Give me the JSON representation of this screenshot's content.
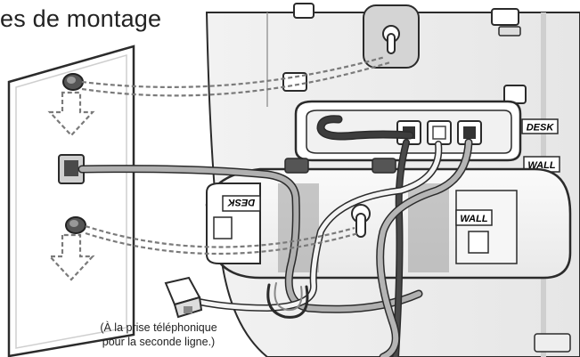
{
  "title": "es de montage",
  "labels": {
    "desk_base": "DESK",
    "wall_base": "WALL",
    "desk_bracket": "DESK",
    "wall_bracket": "WALL"
  },
  "caption": {
    "line1": "(À la prise téléphonique",
    "line2": "pour la seconde ligne.)"
  },
  "colors": {
    "line": "#2b2b2b",
    "panel": "#ffffff",
    "shade": "#d9d9d9",
    "dark_cord": "#3d3d3d",
    "grey_cord": "#a8a8a8",
    "dashed_guide": "#7a7a7a"
  },
  "icons": [
    "keyhole-slot-icon",
    "phone-jack-icon",
    "screw-icon",
    "down-arrow-icon",
    "modular-plug-icon"
  ]
}
